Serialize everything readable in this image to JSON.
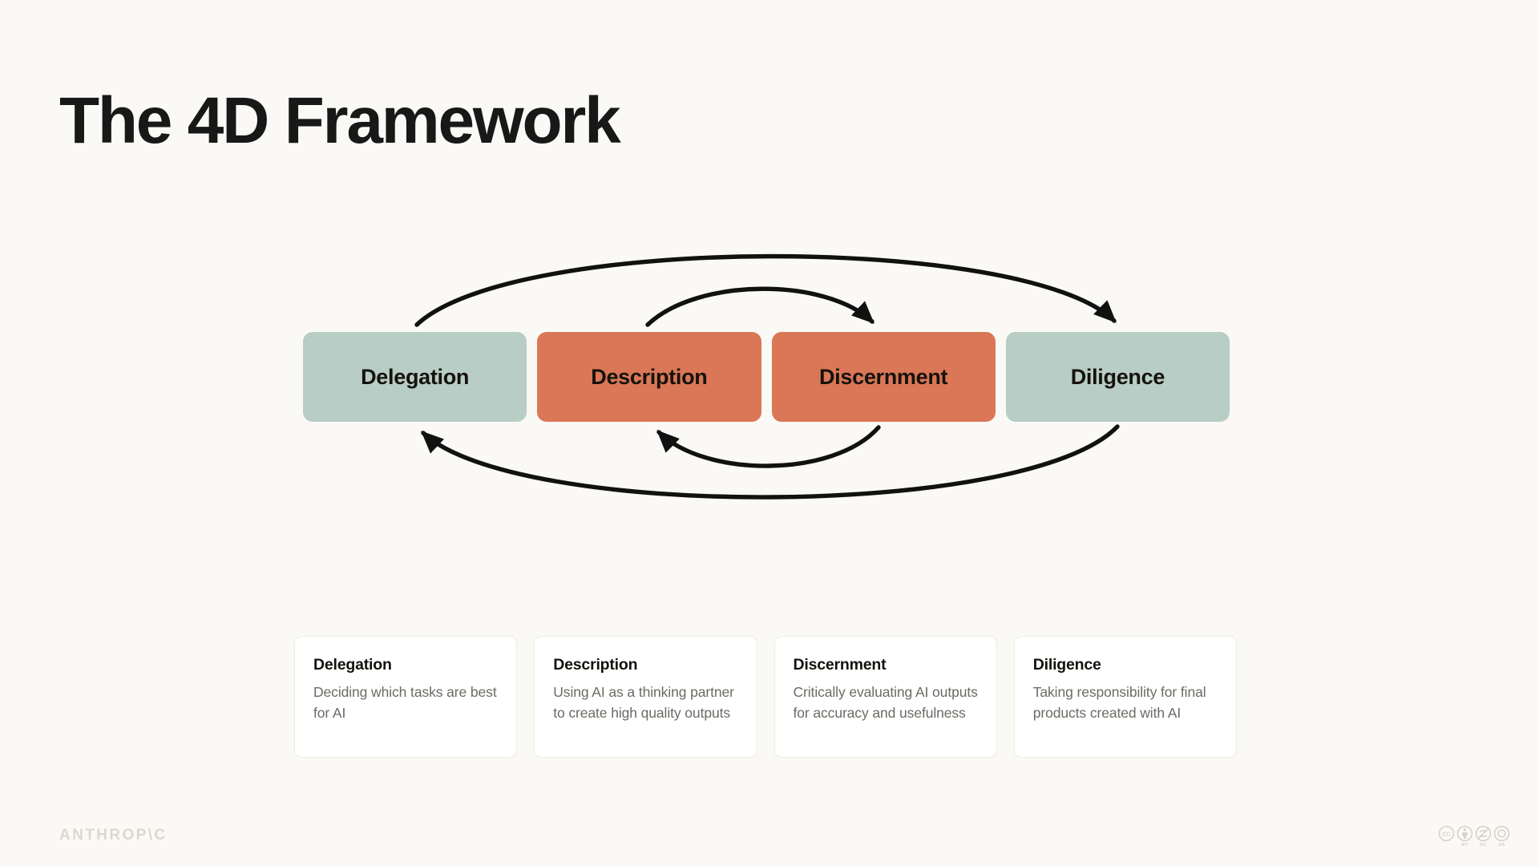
{
  "title": "The 4D Framework",
  "colors": {
    "background": "#faf9f5",
    "teal": "#b7cdc6",
    "coral": "#da7756",
    "ink": "#15120d",
    "muted": "#6b6a64",
    "card_bg": "#ffffff",
    "card_border": "#eeece4",
    "brand_gray": "#dbd8cd",
    "arrow": "#111111"
  },
  "cycle": {
    "stages": [
      {
        "label": "Delegation",
        "color": "teal"
      },
      {
        "label": "Description",
        "color": "coral"
      },
      {
        "label": "Discernment",
        "color": "coral"
      },
      {
        "label": "Diligence",
        "color": "teal"
      }
    ],
    "arrows": [
      {
        "name": "outer-forward-arc",
        "from": "Delegation",
        "to": "Diligence",
        "direction": "forward",
        "position": "above"
      },
      {
        "name": "inner-forward-arc",
        "from": "Description",
        "to": "Discernment",
        "direction": "forward",
        "position": "above"
      },
      {
        "name": "inner-return-arc",
        "from": "Discernment",
        "to": "Description",
        "direction": "backward",
        "position": "below"
      },
      {
        "name": "outer-return-arc",
        "from": "Diligence",
        "to": "Delegation",
        "direction": "backward",
        "position": "below"
      }
    ]
  },
  "cards": [
    {
      "title": "Delegation",
      "description": "Deciding which tasks are best for AI"
    },
    {
      "title": "Description",
      "description": "Using AI as a thinking partner to create high quality outputs"
    },
    {
      "title": "Discernment",
      "description": "Critically evaluating AI outputs for accuracy and usefulness"
    },
    {
      "title": "Diligence",
      "description": "Taking responsibility for final products created with AI"
    }
  ],
  "footer": {
    "brand": "ANTHROP\\C",
    "license": {
      "name": "cc-by-nc-sa",
      "badges": [
        {
          "icon": "cc-icon",
          "label": ""
        },
        {
          "icon": "by-icon",
          "label": "BY"
        },
        {
          "icon": "nc-icon",
          "label": "NC"
        },
        {
          "icon": "sa-icon",
          "label": "SA"
        }
      ]
    }
  }
}
